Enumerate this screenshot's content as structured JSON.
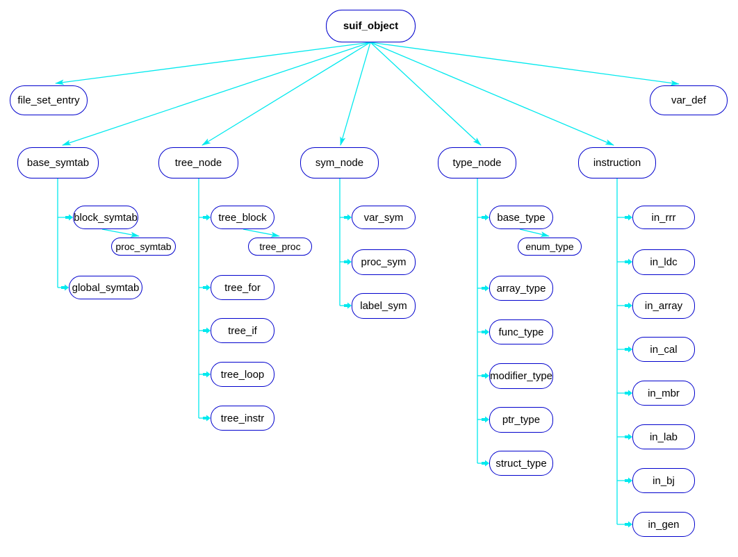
{
  "colors": {
    "edge": "#00e9ee",
    "node_border": "#0000cd",
    "text": "#000000",
    "background": "#ffffff"
  },
  "hierarchy": {
    "label": "suif_object",
    "children": [
      {
        "label": "file_set_entry"
      },
      {
        "label": "base_symtab",
        "children": [
          {
            "label": "block_symtab",
            "children": [
              {
                "label": "proc_symtab"
              }
            ]
          },
          {
            "label": "global_symtab"
          }
        ]
      },
      {
        "label": "tree_node",
        "children": [
          {
            "label": "tree_block",
            "children": [
              {
                "label": "tree_proc"
              }
            ]
          },
          {
            "label": "tree_for"
          },
          {
            "label": "tree_if"
          },
          {
            "label": "tree_loop"
          },
          {
            "label": "tree_instr"
          }
        ]
      },
      {
        "label": "sym_node",
        "children": [
          {
            "label": "var_sym"
          },
          {
            "label": "proc_sym"
          },
          {
            "label": "label_sym"
          }
        ]
      },
      {
        "label": "type_node",
        "children": [
          {
            "label": "base_type",
            "children": [
              {
                "label": "enum_type"
              }
            ]
          },
          {
            "label": "array_type"
          },
          {
            "label": "func_type"
          },
          {
            "label": "modifier_type"
          },
          {
            "label": "ptr_type"
          },
          {
            "label": "struct_type"
          }
        ]
      },
      {
        "label": "instruction",
        "children": [
          {
            "label": "in_rrr"
          },
          {
            "label": "in_ldc"
          },
          {
            "label": "in_array"
          },
          {
            "label": "in_cal"
          },
          {
            "label": "in_mbr"
          },
          {
            "label": "in_lab"
          },
          {
            "label": "in_bj"
          },
          {
            "label": "in_gen"
          }
        ]
      },
      {
        "label": "var_def"
      }
    ]
  }
}
